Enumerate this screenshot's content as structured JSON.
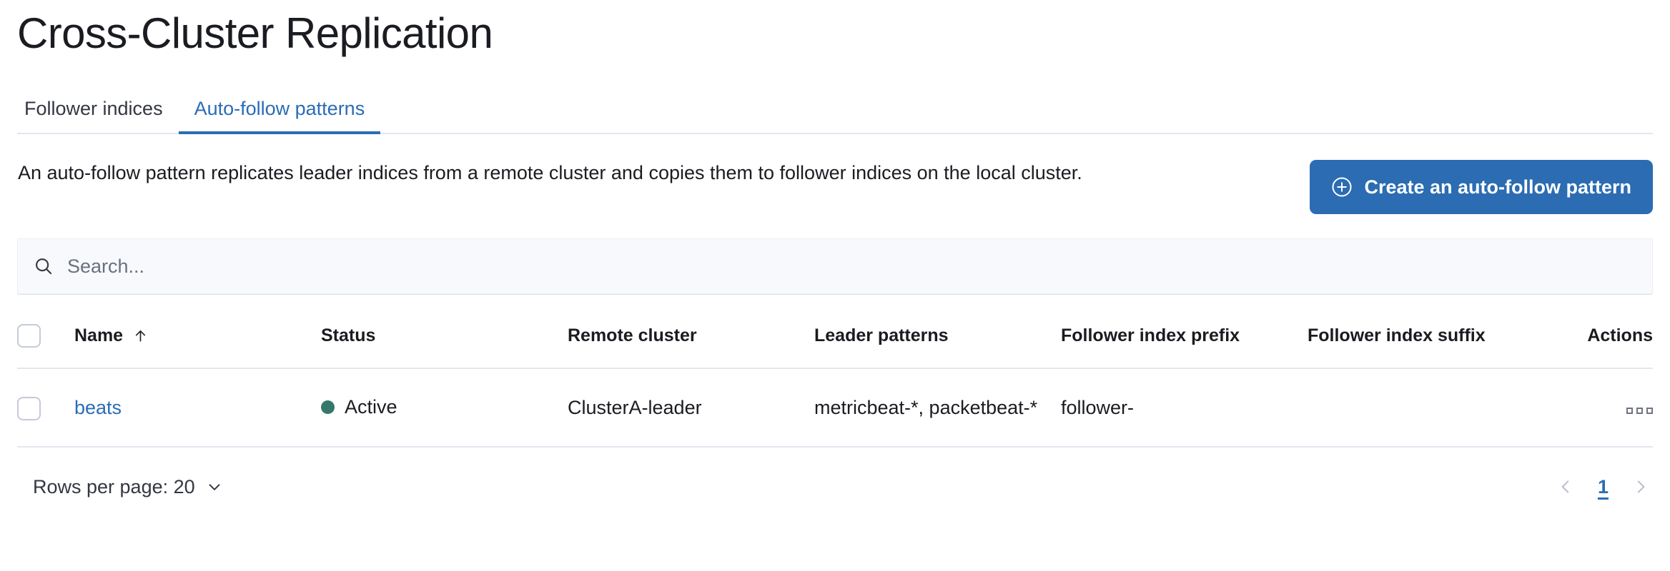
{
  "page": {
    "title": "Cross-Cluster Replication"
  },
  "tabs": [
    {
      "label": "Follower indices",
      "active": false
    },
    {
      "label": "Auto-follow patterns",
      "active": true
    }
  ],
  "description": {
    "text": "An auto-follow pattern replicates leader indices from a remote cluster and copies them to follower indices on the local cluster."
  },
  "create_button": {
    "label": "Create an auto-follow pattern",
    "icon": "plus-in-circle-icon",
    "color": "#2b6cb3"
  },
  "search": {
    "value": "",
    "placeholder": "Search...",
    "icon": "search-icon"
  },
  "table": {
    "columns": [
      {
        "key": "name",
        "label": "Name",
        "sorted": true,
        "sort_direction": "asc",
        "sort_icon": "sort-arrow-up-icon"
      },
      {
        "key": "status",
        "label": "Status"
      },
      {
        "key": "remote_cluster",
        "label": "Remote cluster"
      },
      {
        "key": "leader_patterns",
        "label": "Leader patterns"
      },
      {
        "key": "follower_index_prefix",
        "label": "Follower index prefix"
      },
      {
        "key": "follower_index_suffix",
        "label": "Follower index suffix"
      },
      {
        "key": "actions",
        "label": "Actions"
      }
    ],
    "rows": [
      {
        "name": "beats",
        "status": "Active",
        "status_color": "#36776c",
        "remote_cluster": "ClusterA-leader",
        "leader_patterns": "metricbeat-*, packetbeat-*",
        "follower_index_prefix": "follower-",
        "follower_index_suffix": "",
        "actions_icon": "boxes-horizontal-icon"
      }
    ]
  },
  "footer": {
    "rows_per_page_label": "Rows per page: 20",
    "rows_per_page_icon": "chevron-down-icon",
    "pagination": {
      "prev_icon": "chevron-left-icon",
      "next_icon": "chevron-right-icon",
      "current_page": "1"
    }
  },
  "colors": {
    "primary": "#2a6cb5",
    "text": "#1a1c21",
    "border": "#e3e6ef"
  }
}
